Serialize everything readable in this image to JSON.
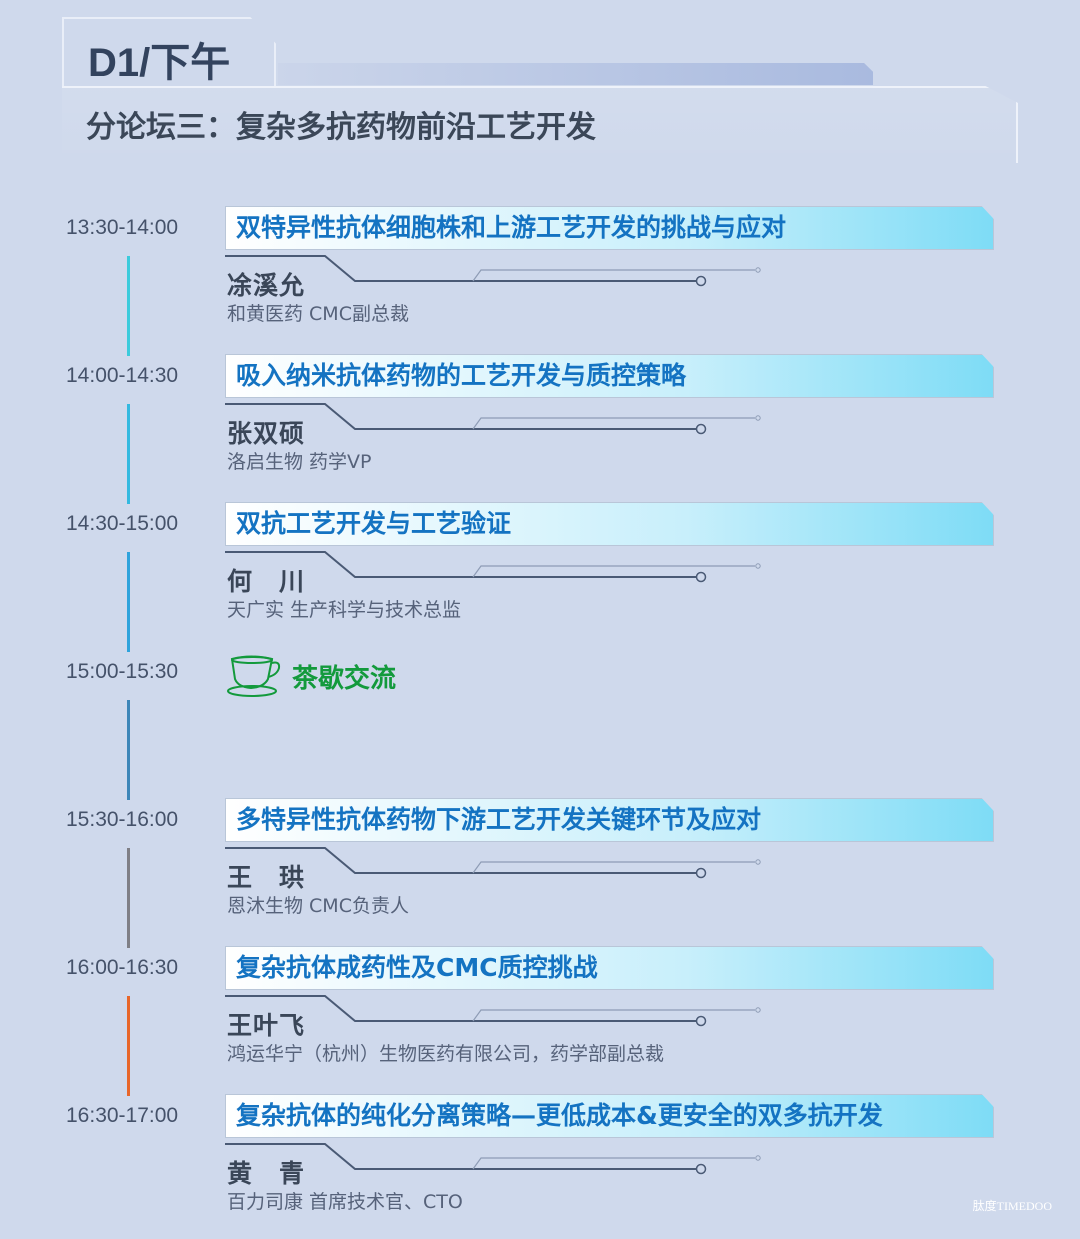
{
  "header": {
    "day": "D1/下午",
    "forum": "分论坛三：复杂多抗药物前沿工艺开发"
  },
  "sessions": [
    {
      "time": "13:30-14:00",
      "title": "双特异性抗体细胞株和上游工艺开发的挑战与应对",
      "speaker": "凃溪允",
      "org": "和黄医药 CMC副总裁",
      "color": "#3ccbdc"
    },
    {
      "time": "14:00-14:30",
      "title": "吸入纳米抗体药物的工艺开发与质控策略",
      "speaker": "张双硕",
      "org": "洛启生物 药学VP",
      "color": "#34b9e0"
    },
    {
      "time": "14:30-15:00",
      "title": "双抗工艺开发与工艺验证",
      "speaker": "何　川",
      "org": "天广实 生产科学与技术总监",
      "color": "#2fa3dc"
    },
    {
      "time": "15:00-15:30",
      "title": "茶歇交流",
      "speaker": "",
      "org": "",
      "color": "#3d86b8",
      "break": true
    },
    {
      "time": "15:30-16:00",
      "title": "多特异性抗体药物下游工艺开发关键环节及应对",
      "speaker": "王　珙",
      "org": "恩沐生物 CMC负责人",
      "color": "#7f7f86"
    },
    {
      "time": "16:00-16:30",
      "title": "复杂抗体成药性及CMC质控挑战",
      "speaker": "王叶飞",
      "org": "鸿运华宁（杭州）生物医药有限公司，药学部副总裁",
      "color": "#e8662a"
    },
    {
      "time": "16:30-17:00",
      "title": "复杂抗体的纯化分离策略—更低成本&更安全的双多抗开发",
      "speaker": "黄　青",
      "org": "百力司康 首席技术官、CTO",
      "color": ""
    }
  ],
  "watermark": "肽度TIMEDOO"
}
